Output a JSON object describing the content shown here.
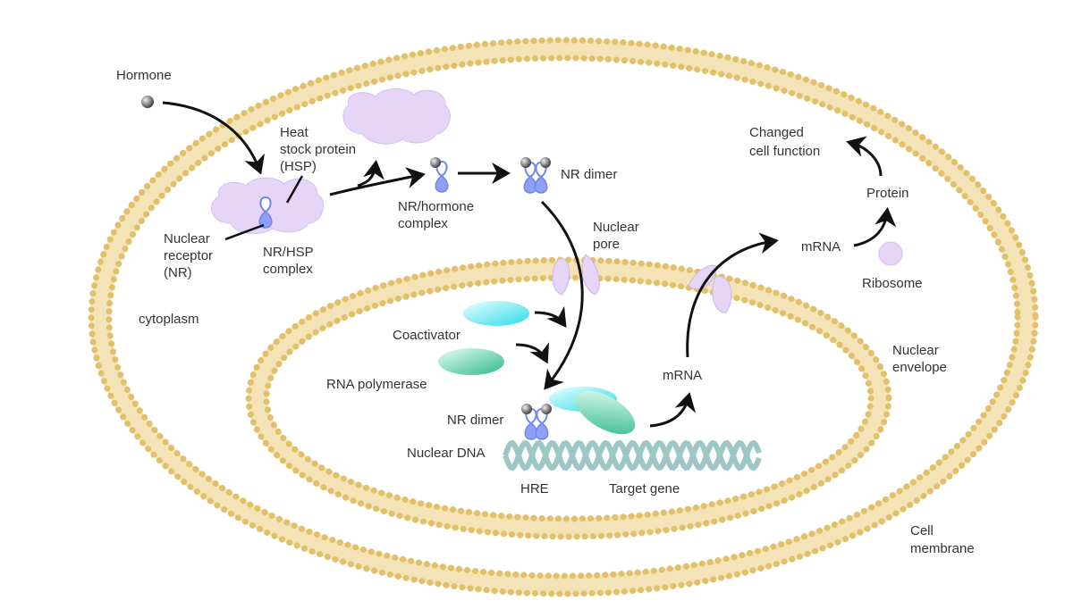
{
  "labels": {
    "hormone": "Hormone",
    "hsp": [
      "Heat",
      "stock protein",
      "(HSP)"
    ],
    "nr": [
      "Nuclear",
      "receptor",
      "(NR)"
    ],
    "nr_hsp_complex": [
      "NR/HSP",
      "complex"
    ],
    "nr_hormone_complex": [
      "NR/hormone",
      "complex"
    ],
    "nr_dimer_top": "NR dimer",
    "nuclear_pore": [
      "Nuclear",
      "pore"
    ],
    "cytoplasm": "cytoplasm",
    "coactivator": "Coactivator",
    "rna_polymerase": "RNA polymerase",
    "nr_dimer_bottom": "NR dimer",
    "nuclear_dna": "Nuclear DNA",
    "hre": "HRE",
    "target_gene": "Target gene",
    "mrna_inner": "mRNA",
    "mrna_outer": "mRNA",
    "protein": "Protein",
    "changed_cell_function": [
      "Changed",
      "cell function"
    ],
    "ribosome": "Ribosome",
    "nuclear_envelope": [
      "Nuclear",
      "envelope"
    ],
    "cell_membrane": [
      "Cell",
      "membrane"
    ]
  },
  "colors": {
    "membrane": "#e2c06a",
    "hsp": "#e6d5f7",
    "receptor": "#6f86f0",
    "coactivator": "#5ee8f0",
    "rna_polymerase": "#4cc7a0",
    "dna": "#9cc7c4",
    "hormone": "#777777"
  }
}
